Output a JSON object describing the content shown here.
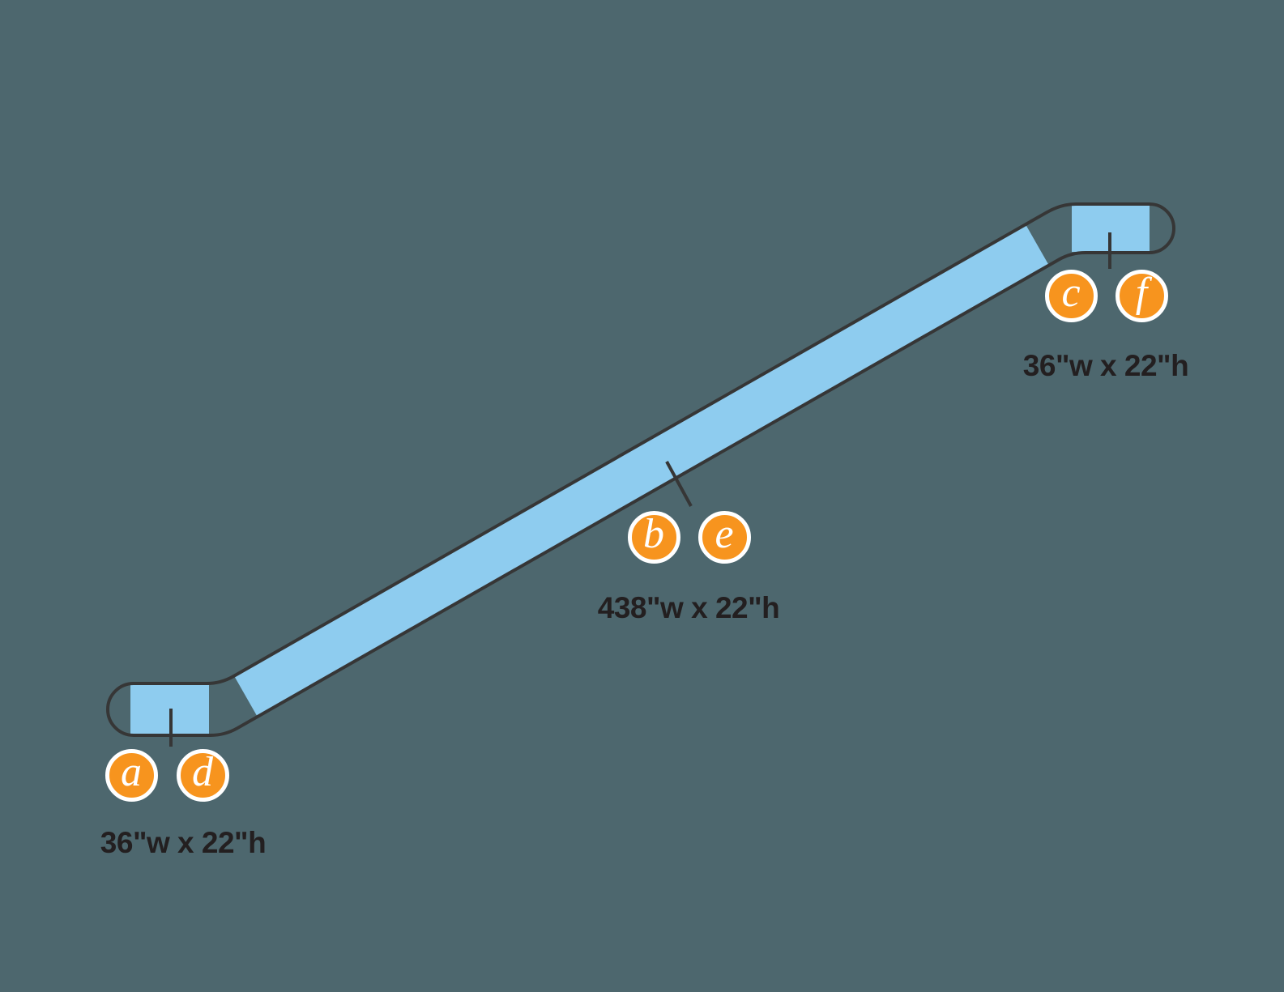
{
  "diagram": {
    "title": "escalator-handrail-ad-panel-dimensions",
    "colors": {
      "background_color": "#4D676E",
      "panel_color": "#8ECCEF",
      "outline_color": "#363636",
      "badge_color": "#F7941E",
      "badge_ring_color": "#FFFFFF",
      "badge_letter_color": "#FFFFFF",
      "dimension_text_color": "#231F20"
    },
    "sections": [
      {
        "id": "lower-landing",
        "badges": [
          "a",
          "d"
        ],
        "dimension": "36\"w x 22\"h"
      },
      {
        "id": "incline",
        "badges": [
          "b",
          "e"
        ],
        "dimension": "438\"w x 22\"h"
      },
      {
        "id": "upper-landing",
        "badges": [
          "c",
          "f"
        ],
        "dimension": "36\"w x 22\"h"
      }
    ]
  }
}
